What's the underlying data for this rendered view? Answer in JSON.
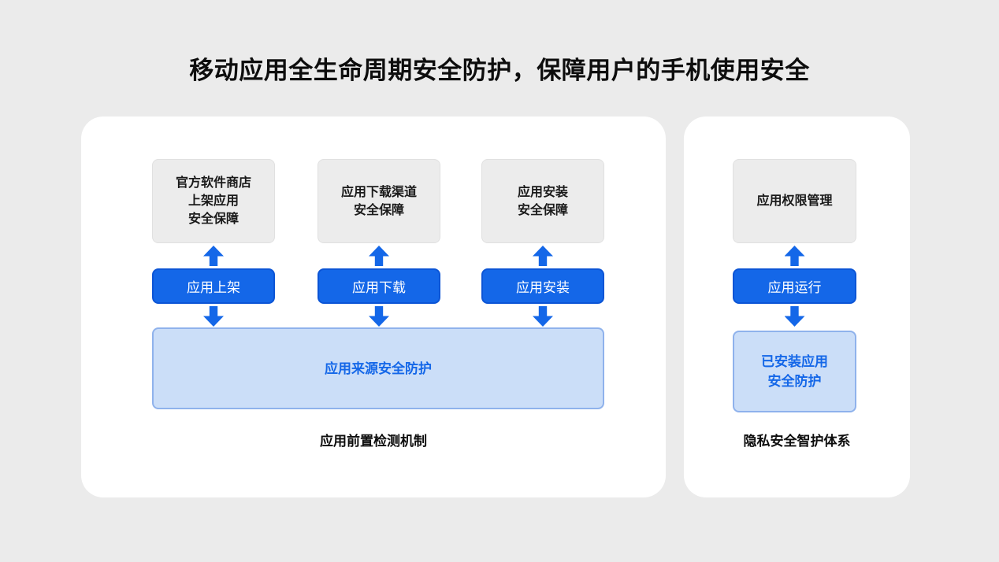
{
  "title": "移动应用全生命周期安全防护，保障用户的手机使用安全",
  "colors": {
    "page_bg": "#ebebeb",
    "card_bg": "#ffffff",
    "gray_box": "#ececec",
    "accent_blue": "#1467e8",
    "accent_blue_dark": "#0c55d6",
    "light_blue_fill": "#cbdef8",
    "light_blue_border": "#8fb2ec"
  },
  "left_panel": {
    "caption": "应用前置检测机制",
    "columns": [
      {
        "top_box": "官方软件商店\n上架应用\n安全保障",
        "button": "应用上架"
      },
      {
        "top_box": "应用下载渠道\n安全保障",
        "button": "应用下载"
      },
      {
        "top_box": "应用安装\n安全保障",
        "button": "应用安装"
      }
    ],
    "bottom_box": "应用来源安全防护"
  },
  "right_panel": {
    "caption": "隐私安全智护体系",
    "top_box": "应用权限管理",
    "button": "应用运行",
    "bottom_box": "已安装应用\n安全防护"
  }
}
